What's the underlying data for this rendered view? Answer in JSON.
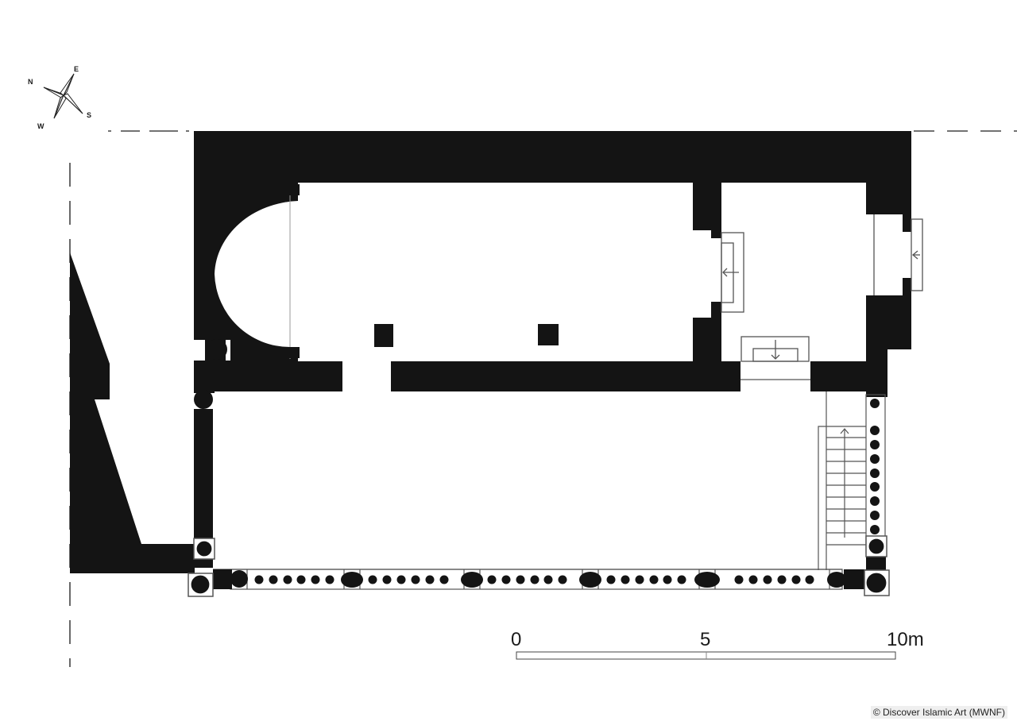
{
  "drawing": {
    "type": "architectural-floor-plan",
    "colors": {
      "wall": "#141414",
      "line": "#555555",
      "background": "#ffffff"
    }
  },
  "compass": {
    "labels": {
      "north": "N",
      "east": "E",
      "south": "S",
      "west": "W"
    }
  },
  "scale_bar": {
    "ticks": [
      {
        "label": "0"
      },
      {
        "label": "5"
      },
      {
        "label": "10m"
      }
    ],
    "unit": "m",
    "length_value": 10
  },
  "credit": {
    "text": "© Discover Islamic Art (MWNF)"
  }
}
